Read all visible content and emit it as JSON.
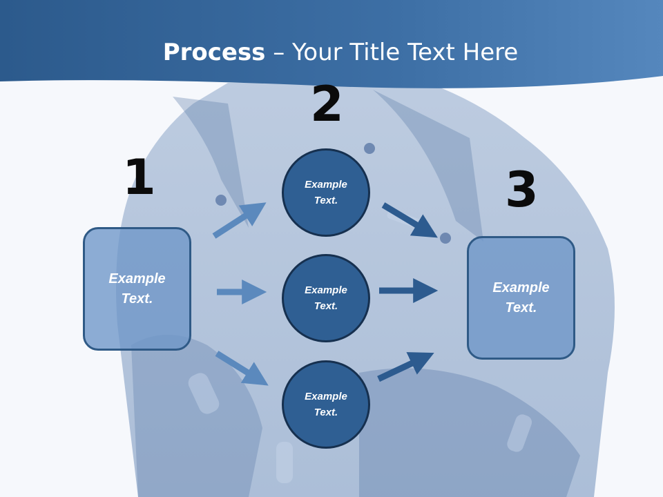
{
  "title": {
    "bold": "Process",
    "rest": " – Your Title Text Here"
  },
  "steps": [
    {
      "number": "1",
      "label": "Example Text."
    },
    {
      "number": "2",
      "label": "Example Text."
    },
    {
      "number": "3",
      "label": "Example Text."
    }
  ],
  "circles": [
    {
      "label": "Example Text."
    },
    {
      "label": "Example Text."
    },
    {
      "label": "Example Text."
    }
  ],
  "colors": {
    "header_band": "#3b6799",
    "box_fill": "#6e96c8",
    "circle_fill": "#2f5f93",
    "arrow_light": "#5b89bd",
    "arrow_dark": "#2d5b8f"
  }
}
